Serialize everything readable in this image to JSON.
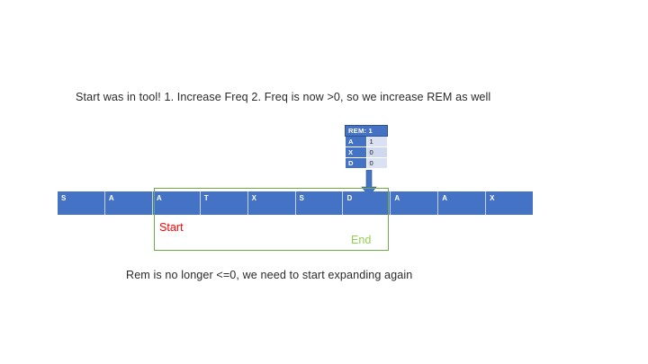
{
  "slide": {
    "top_caption": "Start was in tool! 1. Increase Freq 2.  Freq is now >0, so we increase REM as well",
    "bottom_caption": "Rem is no longer <=0, we need to start expanding again"
  },
  "state_table": {
    "header": "REM: 1",
    "rows": [
      {
        "key": "A",
        "value": "1"
      },
      {
        "key": "X",
        "value": "0"
      },
      {
        "key": "D",
        "value": "0"
      }
    ]
  },
  "arrow": {
    "icon": "arrow-down-icon",
    "color": "#4472c4",
    "points_to_cell_index": 6
  },
  "sequence": {
    "cells": [
      {
        "label": "S"
      },
      {
        "label": "A"
      },
      {
        "label": "A"
      },
      {
        "label": "T"
      },
      {
        "label": "X"
      },
      {
        "label": "S"
      },
      {
        "label": "D"
      },
      {
        "label": "A"
      },
      {
        "label": "A"
      },
      {
        "label": "X"
      }
    ]
  },
  "window": {
    "start_label": "Start",
    "end_label": "End",
    "start_color": "#ff0000",
    "end_color": "#92d050",
    "border_color": "#70ad47",
    "covers_cells": [
      2,
      3,
      4,
      5,
      6
    ]
  },
  "colors": {
    "bar_fill": "#4472c4",
    "bar_divider": "#c5d2ea",
    "table_header_fill": "#4472c4",
    "table_value_fill": "#d9e1f2",
    "background": "#ffffff"
  }
}
